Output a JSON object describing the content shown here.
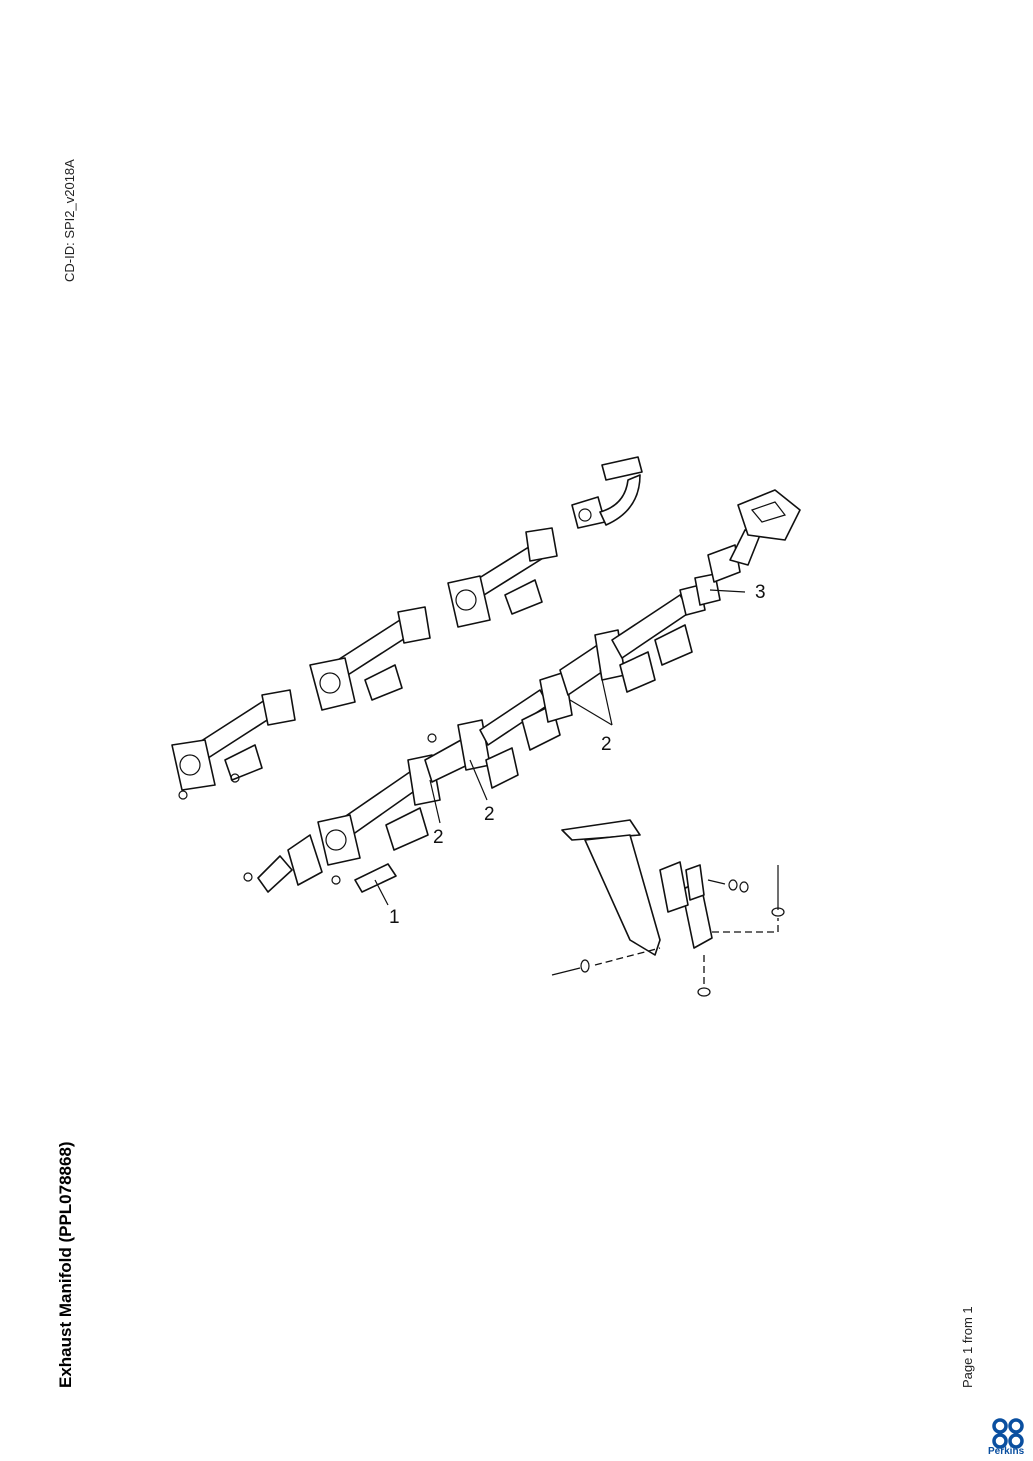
{
  "header": {
    "cd_id": "CD-ID: SPI2_v2018A"
  },
  "document": {
    "title": "Exhaust Manifold (PPL078868)"
  },
  "footer": {
    "page": "Page 1 from 1",
    "brand": "Perkins"
  },
  "callouts": [
    "1",
    "2",
    "2",
    "2",
    "3"
  ],
  "colors": {
    "brand": "#0a4fa0",
    "line": "#111111"
  }
}
